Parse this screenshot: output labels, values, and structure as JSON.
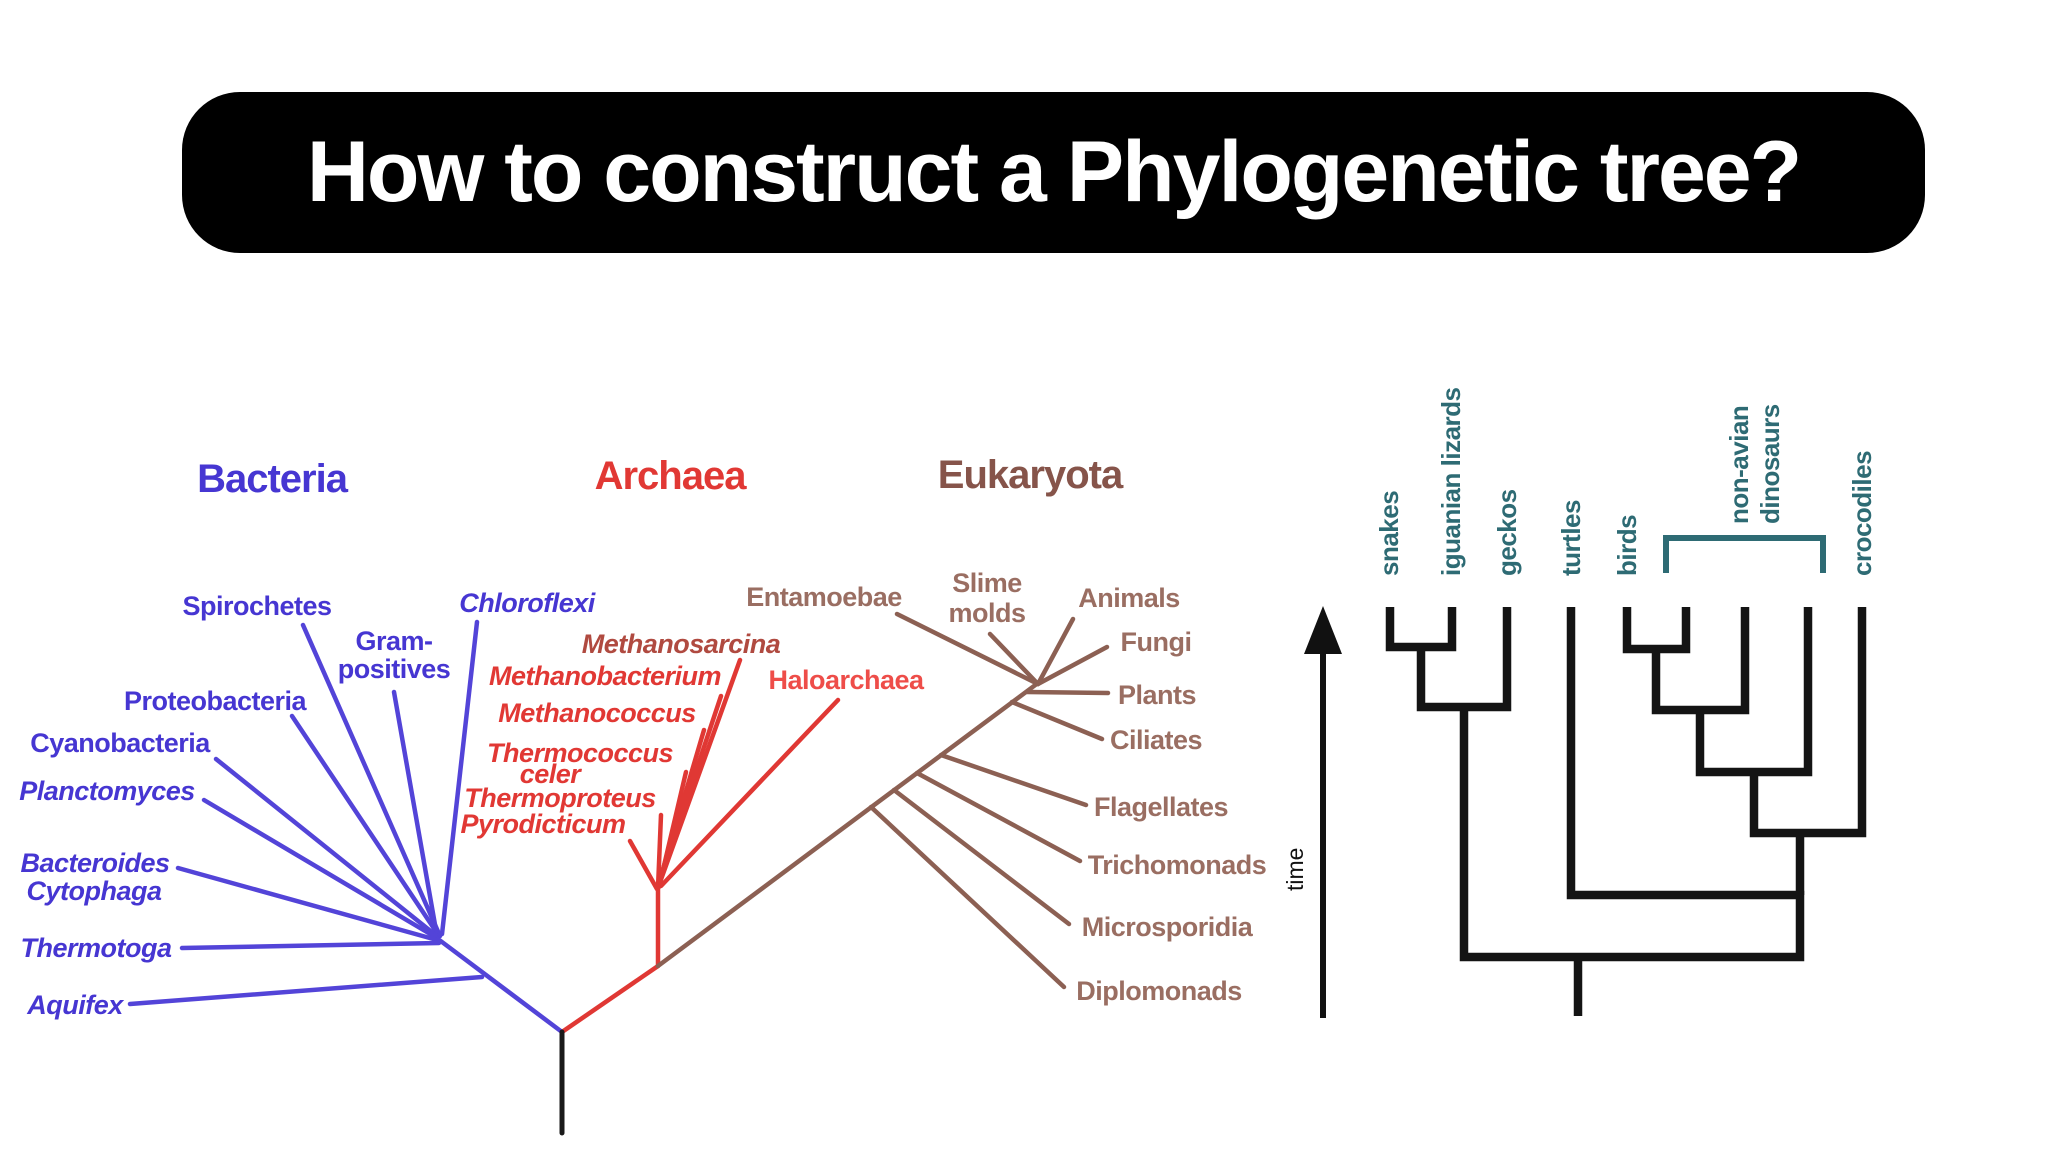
{
  "title": "How to construct a Phylogenetic tree?",
  "colors": {
    "title_bg": "#000000",
    "title_fg": "#ffffff",
    "bacteria_blue": "#4636d2",
    "archaea_red": "#e13834",
    "methanosarcina_dark_red": "#b04a40",
    "haloarchaea_light_red": "#ee4d49",
    "eukaryota_brown": "#86544a",
    "eukaryota_taxa_brown": "#9a6e62",
    "cladogram_teal": "#2e6b74",
    "cladogram_line_black": "#141414"
  },
  "tree_of_life": {
    "headers": {
      "bacteria": "Bacteria",
      "archaea": "Archaea",
      "eukaryota": "Eukaryota"
    },
    "bacteria_taxa": {
      "spirochetes": "Spirochetes",
      "gram_line1": "Gram-",
      "gram_line2": "positives",
      "chloroflexi": "Chloroflexi",
      "proteobacteria": "Proteobacteria",
      "cyanobacteria": "Cyanobacteria",
      "planctomyces": "Planctomyces",
      "bacteroides": "Bacteroides",
      "cytophaga": "Cytophaga",
      "thermotoga": "Thermotoga",
      "aquifex": "Aquifex"
    },
    "archaea_taxa": {
      "methanosarcina": "Methanosarcina",
      "methanobacterium": "Methanobacterium",
      "methanococcus": "Methanococcus",
      "thermococcus_line1": "Thermococcus",
      "thermococcus_line2": "celer",
      "thermoproteus": "Thermoproteus",
      "pyrodicticum": "Pyrodicticum",
      "haloarchaea": "Haloarchaea"
    },
    "eukaryota_taxa": {
      "entamoebae": "Entamoebae",
      "slime_line1": "Slime",
      "slime_line2": "molds",
      "animals": "Animals",
      "fungi": "Fungi",
      "plants": "Plants",
      "ciliates": "Ciliates",
      "flagellates": "Flagellates",
      "trichomonads": "Trichomonads",
      "microsporidia": "Microsporidia",
      "diplomonads": "Diplomonads"
    }
  },
  "cladogram": {
    "tip_labels": {
      "snakes": "snakes",
      "iguanian_lizards": "iguanian lizards",
      "geckos": "geckos",
      "turtles": "turtles",
      "birds": "birds",
      "non_avian_line1": "non-avian",
      "non_avian_line2": "dinosaurs",
      "crocodiles": "crocodiles"
    },
    "time_axis_label": "time"
  }
}
